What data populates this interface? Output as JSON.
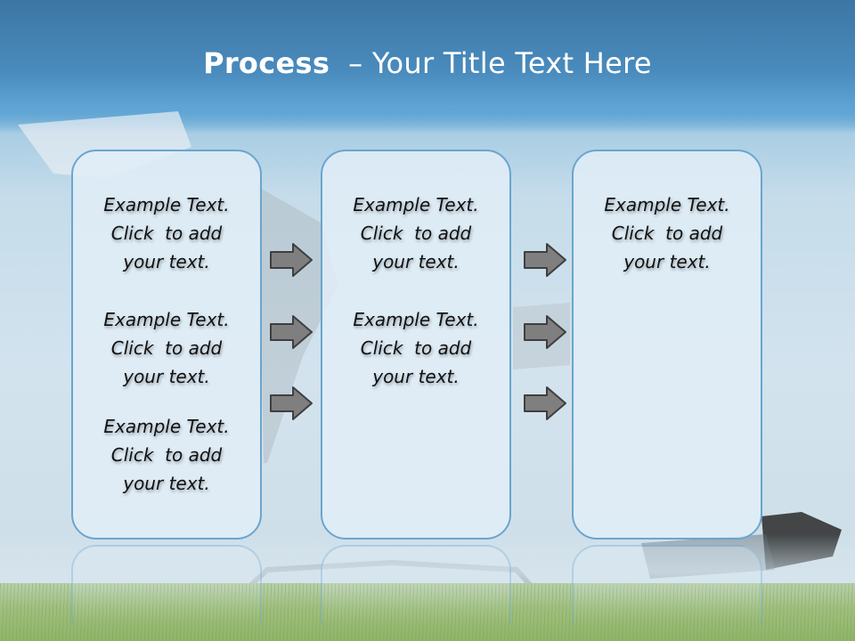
{
  "slide": {
    "title_bold": "Process",
    "title_rest": "  – Your Title Text Here"
  },
  "columns": [
    {
      "blocks": [
        {
          "lines": [
            "Example Text.",
            "Click  to add",
            "your text."
          ]
        },
        {
          "lines": [
            "Example Text.",
            "Click  to add",
            "your text."
          ]
        },
        {
          "lines": [
            "Example Text.",
            "Click  to add",
            "your text."
          ]
        }
      ]
    },
    {
      "blocks": [
        {
          "lines": [
            "Example Text.",
            "Click  to add",
            "your text."
          ]
        },
        {
          "lines": [
            "Example Text.",
            "Click  to add",
            "your text."
          ]
        }
      ]
    },
    {
      "blocks": [
        {
          "lines": [
            "Example Text.",
            "Click  to add",
            "your text."
          ]
        }
      ]
    }
  ],
  "colors": {
    "title_band": "#4a8cbe",
    "box_border": "#6aa5cf",
    "box_fill": "#e1eef7",
    "arrow_fill": "#7f7f7f",
    "arrow_stroke": "#3f3f3f"
  },
  "icons": [
    "right-arrow-icon"
  ]
}
